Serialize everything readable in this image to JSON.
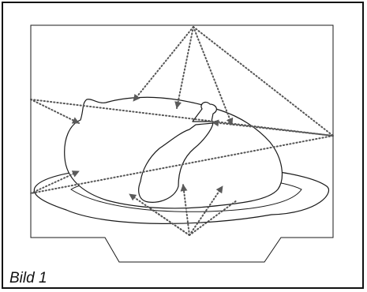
{
  "caption": "Bild 1",
  "colors": {
    "frame": "#111111",
    "outline": "#1a1a1a",
    "ray": "#555555",
    "arrowhead": "#5a5a5a",
    "background": "#ffffff"
  },
  "heating_sources": [
    {
      "name": "top",
      "rays": 4
    },
    {
      "name": "left",
      "rays": 2
    },
    {
      "name": "right",
      "rays": 3
    },
    {
      "name": "bottom",
      "rays": 4
    }
  ]
}
